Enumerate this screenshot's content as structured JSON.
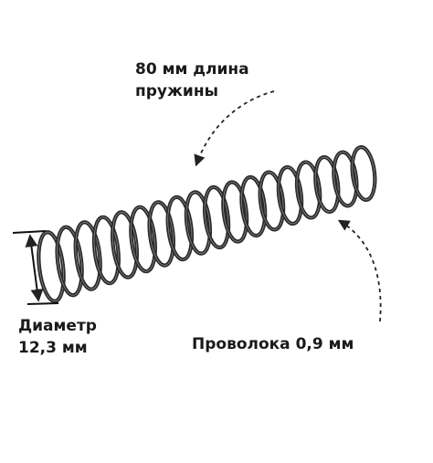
{
  "length_annotation": {
    "line1": "80 мм длина",
    "line2": "пружины"
  },
  "diameter_annotation": {
    "line1": "Диаметр",
    "line2": "12,3 мм"
  },
  "wire_annotation": {
    "text": "Проволока 0,9 мм"
  },
  "spring": {
    "color": "#2a2a2a",
    "coil_count": 17
  },
  "colors": {
    "text": "#1a1a1a",
    "arrow": "#222222",
    "background": "#ffffff"
  }
}
